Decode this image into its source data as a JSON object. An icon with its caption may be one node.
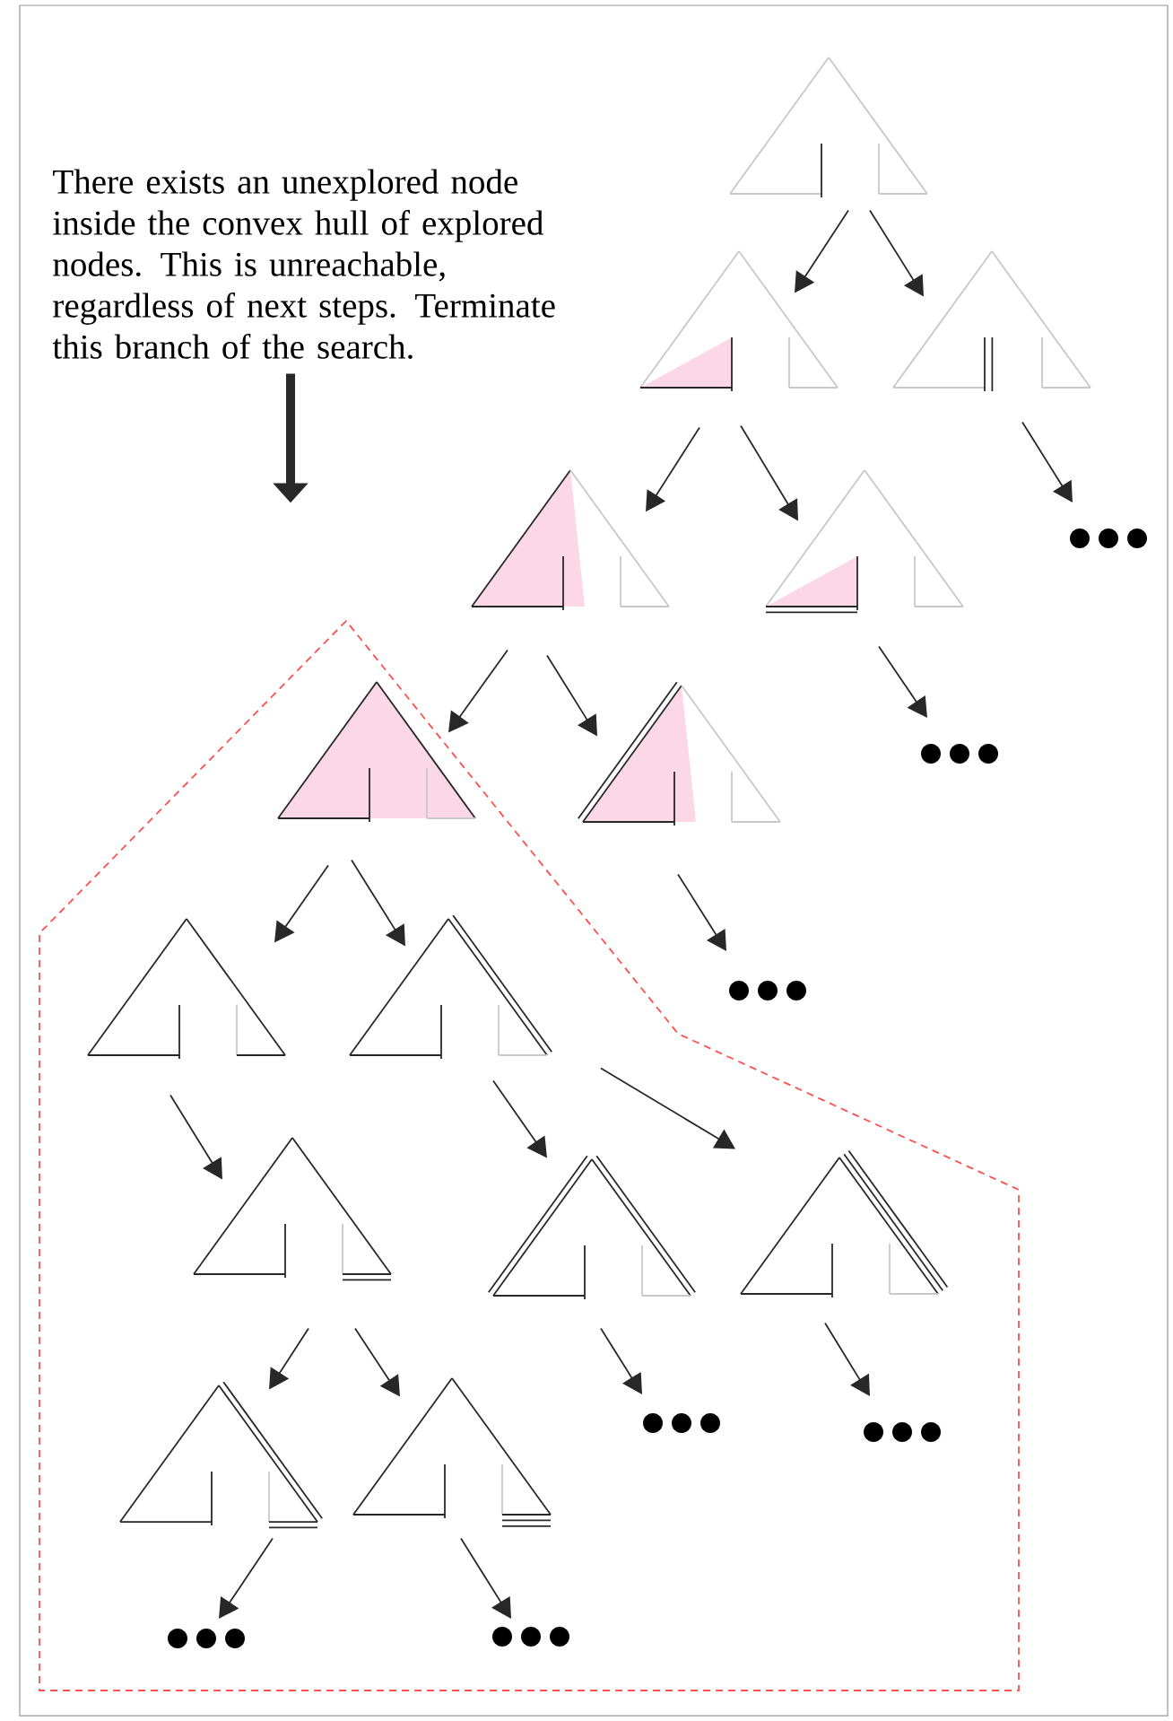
{
  "diagram": {
    "nodes": [
      {
        "text": [
          "There exists an unexplored node inside the convex hull of explored nodes. This is unreachable, regardless of next steps. Terminate this branch of the search."
        ]
      },
      {
        "text": [],
        "shape": "triangle"
      },
      {
        "text": [],
        "shape": "triangle"
      },
      {
        "text": [],
        "shape": "triangle"
      },
      {
        "text": [],
        "shape": "dots"
      },
      {
        "text": [],
        "shape": "triangle"
      },
      {
        "text": [],
        "shape": "triangle"
      },
      {
        "text": [],
        "shape": "dots"
      },
      {
        "text": [],
        "shape": "polygon"
      },
      {
        "text": [],
        "shape": "triangle",
        "in": 8
      },
      {
        "text": [],
        "shape": "triangle"
      },
      {
        "text": [],
        "shape": "dots"
      },
      {
        "text": [],
        "shape": "triangle",
        "in": 8
      },
      {
        "text": [],
        "shape": "triangle",
        "in": 8
      },
      {
        "text": [],
        "shape": "triangle",
        "in": 8
      },
      {
        "text": [],
        "shape": "triangle",
        "in": 8
      },
      {
        "text": [],
        "shape": "triangle",
        "in": 8
      },
      {
        "text": [],
        "shape": "dots",
        "in": 8
      },
      {
        "text": [],
        "shape": "dots",
        "in": 8
      },
      {
        "text": [],
        "shape": "triangle",
        "in": 8
      },
      {
        "text": [],
        "shape": "triangle",
        "in": 8
      },
      {
        "text": [],
        "shape": "dots",
        "in": 8
      },
      {
        "text": [],
        "shape": "dots",
        "in": 8
      }
    ],
    "edges": [
      {
        "from": 1,
        "to": 2,
        "arrow": "to"
      },
      {
        "from": 1,
        "to": 3,
        "arrow": "to"
      },
      {
        "from": 2,
        "to": 5,
        "arrow": "to"
      },
      {
        "from": 2,
        "to": 6,
        "arrow": "to"
      },
      {
        "from": 3,
        "to": 4,
        "arrow": "to"
      },
      {
        "from": 5,
        "to": 9,
        "arrow": "to"
      },
      {
        "from": 5,
        "to": 10,
        "arrow": "to"
      },
      {
        "from": 6,
        "to": 7,
        "arrow": "to"
      },
      {
        "from": 9,
        "to": 12,
        "arrow": "to"
      },
      {
        "from": 9,
        "to": 13,
        "arrow": "to"
      },
      {
        "from": 10,
        "to": 11,
        "arrow": "to"
      },
      {
        "from": 12,
        "to": 14,
        "arrow": "to"
      },
      {
        "from": 13,
        "to": 15,
        "arrow": "to"
      },
      {
        "from": 13,
        "to": 16,
        "arrow": "to"
      },
      {
        "from": 15,
        "to": 17,
        "arrow": "to"
      },
      {
        "from": 16,
        "to": 18,
        "arrow": "to"
      },
      {
        "from": 14,
        "to": 19,
        "arrow": "to"
      },
      {
        "from": 14,
        "to": 20,
        "arrow": "to"
      },
      {
        "from": 19,
        "to": 21,
        "arrow": "to"
      },
      {
        "from": 20,
        "to": 22,
        "arrow": "to"
      },
      {
        "from": 0,
        "to": null,
        "arrow": "to",
        "style": "thick"
      }
    ]
  }
}
